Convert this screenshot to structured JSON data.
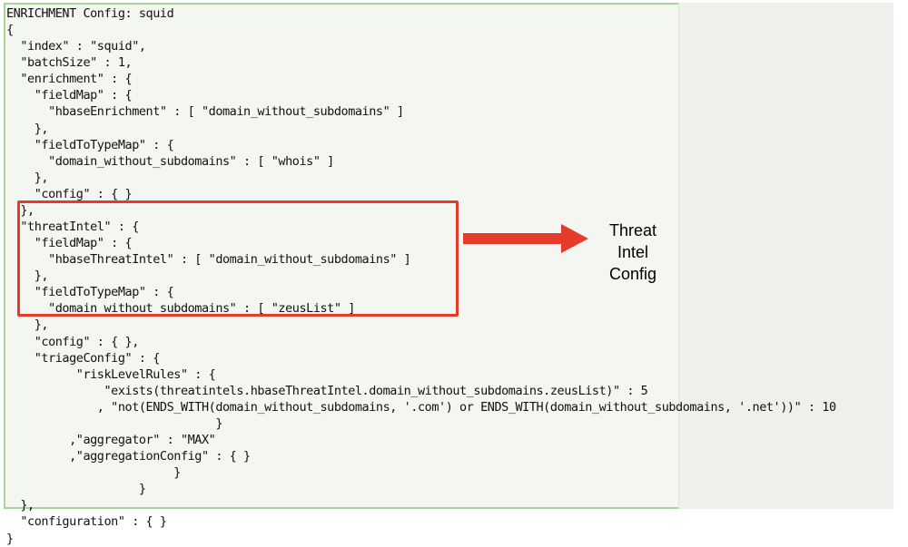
{
  "code_lines": [
    "ENRICHMENT Config: squid",
    "{",
    "  \"index\" : \"squid\",",
    "  \"batchSize\" : 1,",
    "  \"enrichment\" : {",
    "    \"fieldMap\" : {",
    "      \"hbaseEnrichment\" : [ \"domain_without_subdomains\" ]",
    "    },",
    "    \"fieldToTypeMap\" : {",
    "      \"domain_without_subdomains\" : [ \"whois\" ]",
    "    },",
    "    \"config\" : { }",
    "  },",
    "  \"threatIntel\" : {",
    "    \"fieldMap\" : {",
    "      \"hbaseThreatIntel\" : [ \"domain_without_subdomains\" ]",
    "    },",
    "    \"fieldToTypeMap\" : {",
    "      \"domain_without_subdomains\" : [ \"zeusList\" ]",
    "    },",
    "    \"config\" : { },",
    "    \"triageConfig\" : {",
    "          \"riskLevelRules\" : {",
    "              \"exists(threatintels.hbaseThreatIntel.domain_without_subdomains.zeusList)\" : 5",
    "             , \"not(ENDS_WITH(domain_without_subdomains, '.com') or ENDS_WITH(domain_without_subdomains, '.net'))\" : 10",
    "                              }",
    "         ,\"aggregator\" : \"MAX\"",
    "         ,\"aggregationConfig\" : { }",
    "                        }",
    "                   }",
    "  },",
    "  \"configuration\" : { }",
    "}"
  ],
  "annotation": {
    "line1": "Threat Intel",
    "line2": "Config"
  },
  "colors": {
    "highlight_border": "#e63a2a",
    "arrow": "#e63a2a",
    "panel_border": "#a6d69a"
  }
}
